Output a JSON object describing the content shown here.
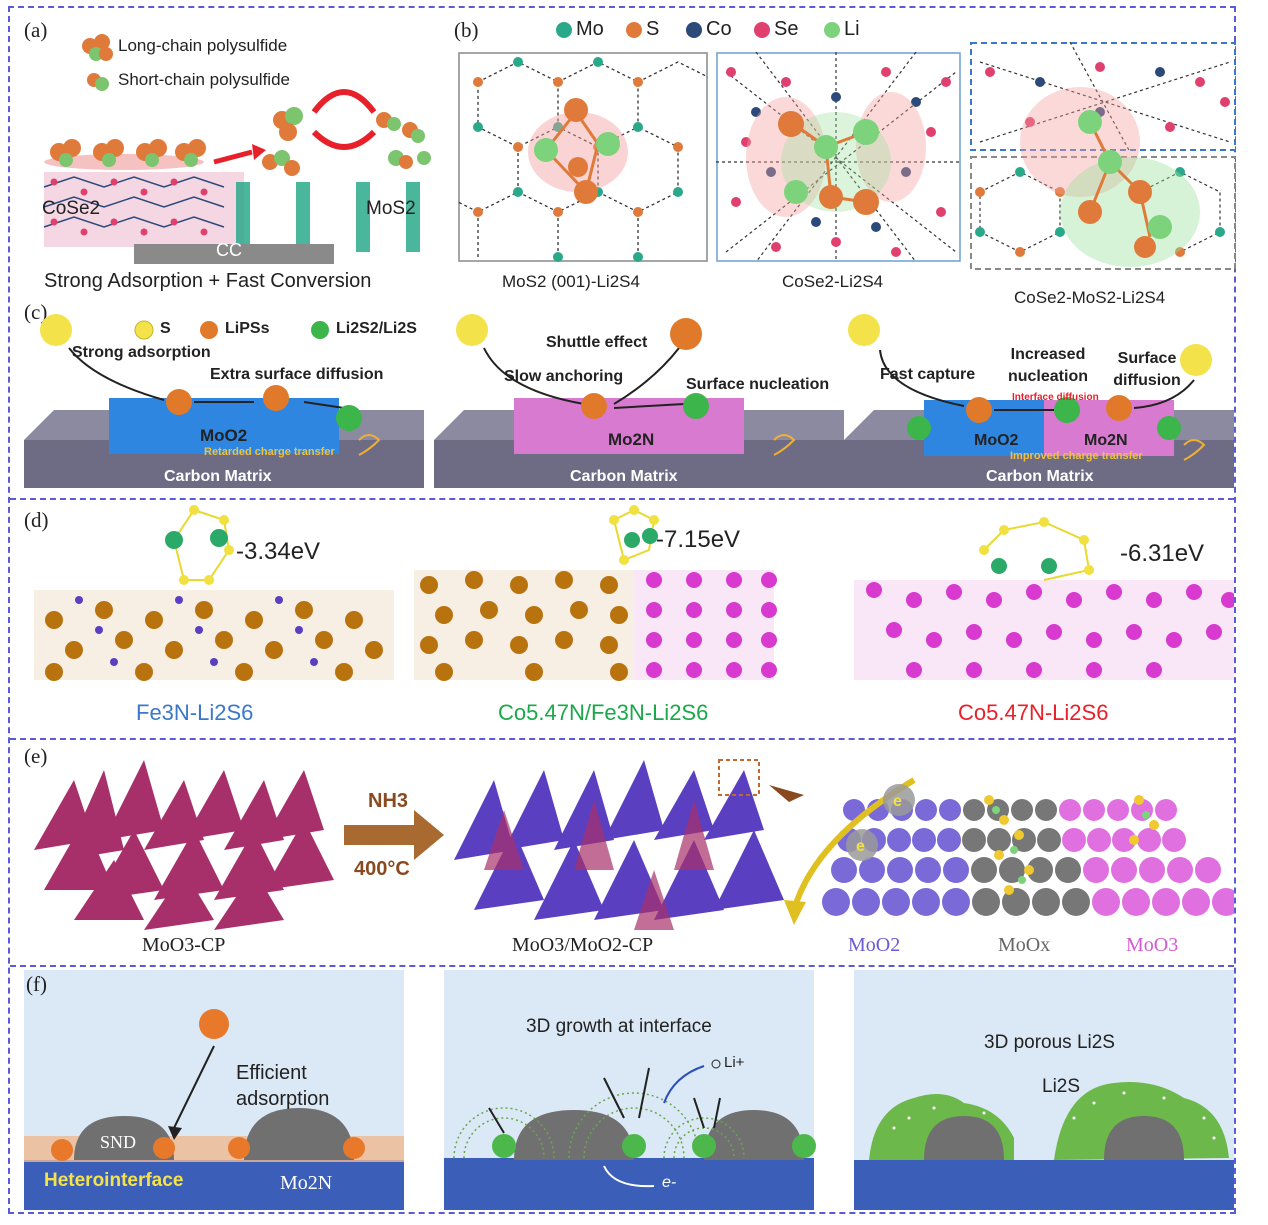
{
  "panel_a": {
    "label": "(a)",
    "legend": [
      "Long-chain polysulfide",
      "Short-chain polysulfide"
    ],
    "left_material": "CoSe2",
    "right_material": "MoS2",
    "substrate": "CC",
    "caption": "Strong Adsorption + Fast Conversion"
  },
  "panel_b": {
    "label": "(b)",
    "legend": [
      "Mo",
      "S",
      "Co",
      "Se",
      "Li"
    ],
    "legend_colors": [
      "#2aa98a",
      "#e07a3a",
      "#2b4a7a",
      "#e0406e",
      "#7cd37c"
    ],
    "captions": [
      "MoS2 (001)-Li2S4",
      "CoSe2-Li2S4",
      "CoSe2-MoS2-Li2S4"
    ]
  },
  "panel_c": {
    "label": "(c)",
    "legend": [
      "S",
      "LiPSs",
      "Li2S2/Li2S"
    ],
    "sub1": {
      "text1": "Strong adsorption",
      "text2": "Extra surface diffusion",
      "block": "MoO2",
      "note": "Retarded charge transfer",
      "base": "Carbon Matrix"
    },
    "sub2": {
      "text1": "Shuttle effect",
      "text2": "Slow anchoring",
      "text3": "Surface nucleation",
      "block": "Mo2N",
      "base": "Carbon Matrix"
    },
    "sub3": {
      "text1": "Fast capture",
      "text2": "Increased nucleation",
      "text3": "Surface diffusion",
      "note1": "Interface diffusion",
      "block1": "MoO2",
      "block2": "Mo2N",
      "note2": "Improved charge transfer",
      "base": "Carbon Matrix"
    }
  },
  "panel_d": {
    "label": "(d)",
    "energies": [
      "-3.34eV",
      "-7.15eV",
      "-6.31eV"
    ],
    "captions": [
      "Fe3N-Li2S6",
      "Co5.47N/Fe3N-Li2S6",
      "Co5.47N-Li2S6"
    ],
    "caption_colors": [
      "#3a78c9",
      "#1aa84a",
      "#e8202a"
    ]
  },
  "panel_e": {
    "label": "(e)",
    "reagent": "NH3",
    "temp": "400°C",
    "captions": [
      "MoO3-CP",
      "MoO3/MoO2-CP"
    ],
    "phases": [
      "MoO2",
      "MoOx",
      "MoO3"
    ],
    "phase_colors": [
      "#6b5bd6",
      "#666666",
      "#d35ad3"
    ]
  },
  "panel_f": {
    "label": "(f)",
    "sub1": {
      "text": "Efficient adsorption",
      "particle": "SND",
      "interface": "Heterointerface",
      "substrate": "Mo2N"
    },
    "sub2": {
      "text": "3D growth at interface",
      "ion": "Li+",
      "electron": "e-"
    },
    "sub3": {
      "text": "3D porous Li2S",
      "product": "Li2S"
    }
  }
}
